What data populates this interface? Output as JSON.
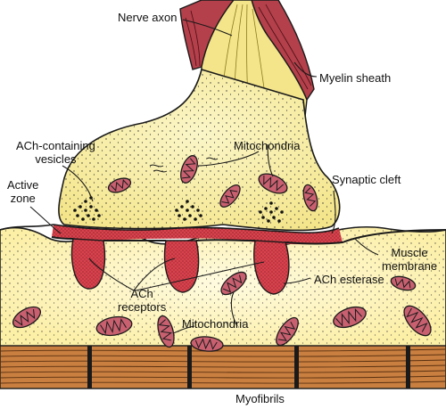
{
  "colors": {
    "axon_yellow": "#f4e58a",
    "axon_pale": "#fbf6c8",
    "myelin": "#b3404a",
    "muscle": "#fcefa6",
    "muscle_pale": "#fffbe0",
    "cleft_red": "#d9424d",
    "mito_fill": "#c86070",
    "myofibril": "#c97f40",
    "outline": "#1a1a1a"
  },
  "labels": {
    "nerve_axon": "Nerve axon",
    "myelin_sheath": "Myelin sheath",
    "ach_vesicles": "ACh-containing\nvesicles",
    "mitochondria_top": "Mitochondria",
    "active_zone": "Active\nzone",
    "synaptic_cleft": "Synaptic cleft",
    "muscle_membrane": "Muscle\nmembrane",
    "ach_receptors": "ACh\nreceptors",
    "ach_esterase": "ACh esterase",
    "mitochondria_bottom": "Mitochondria",
    "myofibrils": "Myofibrils"
  }
}
